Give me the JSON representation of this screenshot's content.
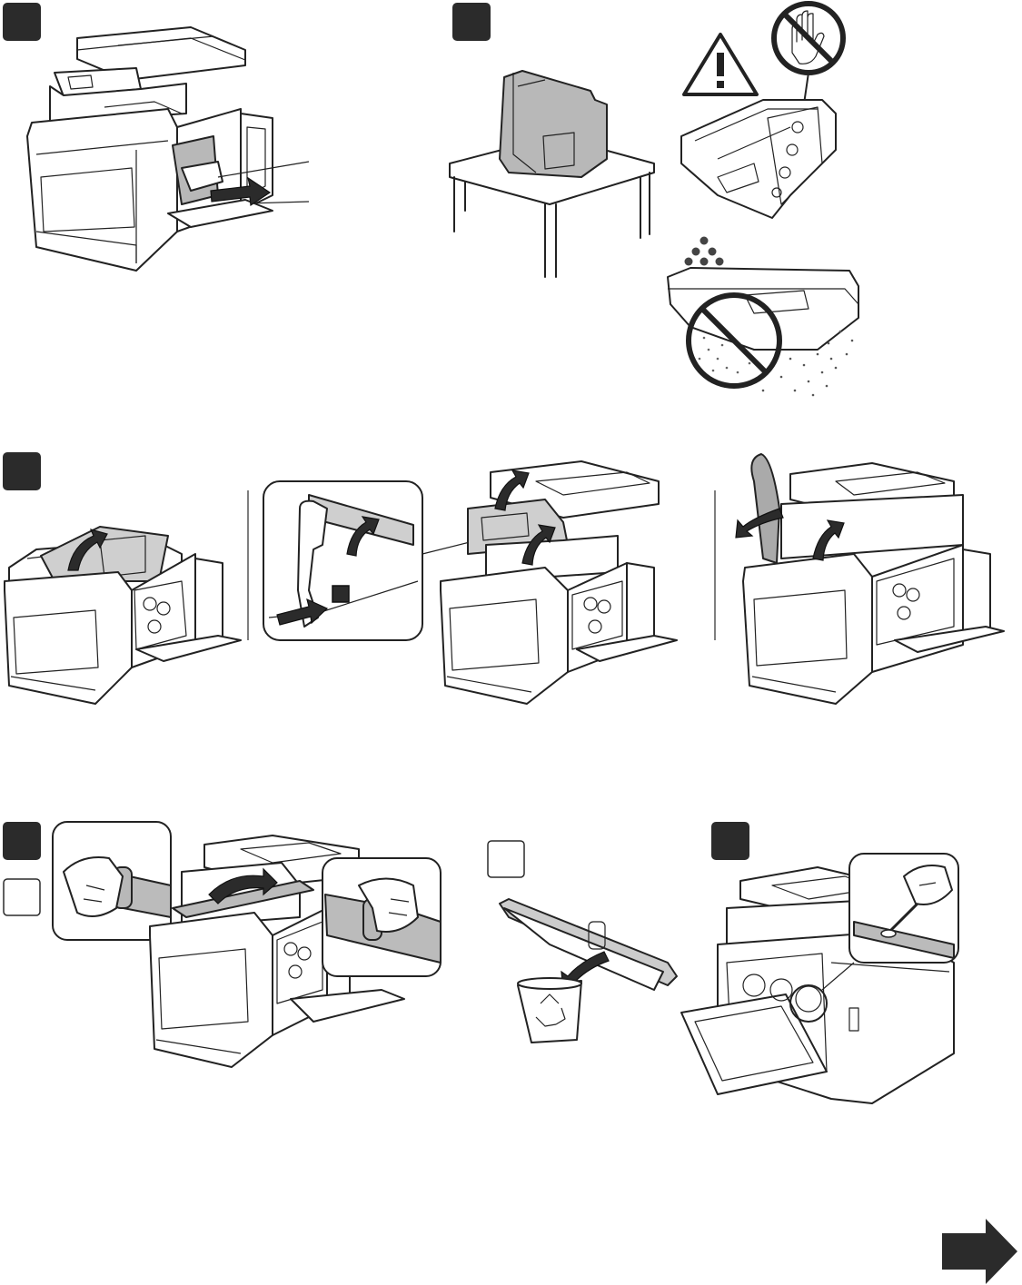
{
  "steps": [
    {
      "id": "step-1",
      "style": "dark"
    },
    {
      "id": "step-2",
      "style": "dark"
    },
    {
      "id": "step-3",
      "style": "dark"
    },
    {
      "id": "step-4",
      "style": "dark"
    },
    {
      "id": "step-4b",
      "style": "light"
    },
    {
      "id": "step-5",
      "style": "light"
    },
    {
      "id": "step-6",
      "style": "dark"
    }
  ],
  "icons": {
    "warning": "warning-triangle-icon",
    "no_touch": "do-not-touch-icon",
    "no_tilt": "do-not-tilt-icon",
    "recycle": "recycle-bin-icon",
    "next": "next-page-arrow-icon"
  },
  "colors": {
    "ink": "#2b2b2b",
    "part_grey": "#b8b8b8",
    "background": "#ffffff"
  }
}
